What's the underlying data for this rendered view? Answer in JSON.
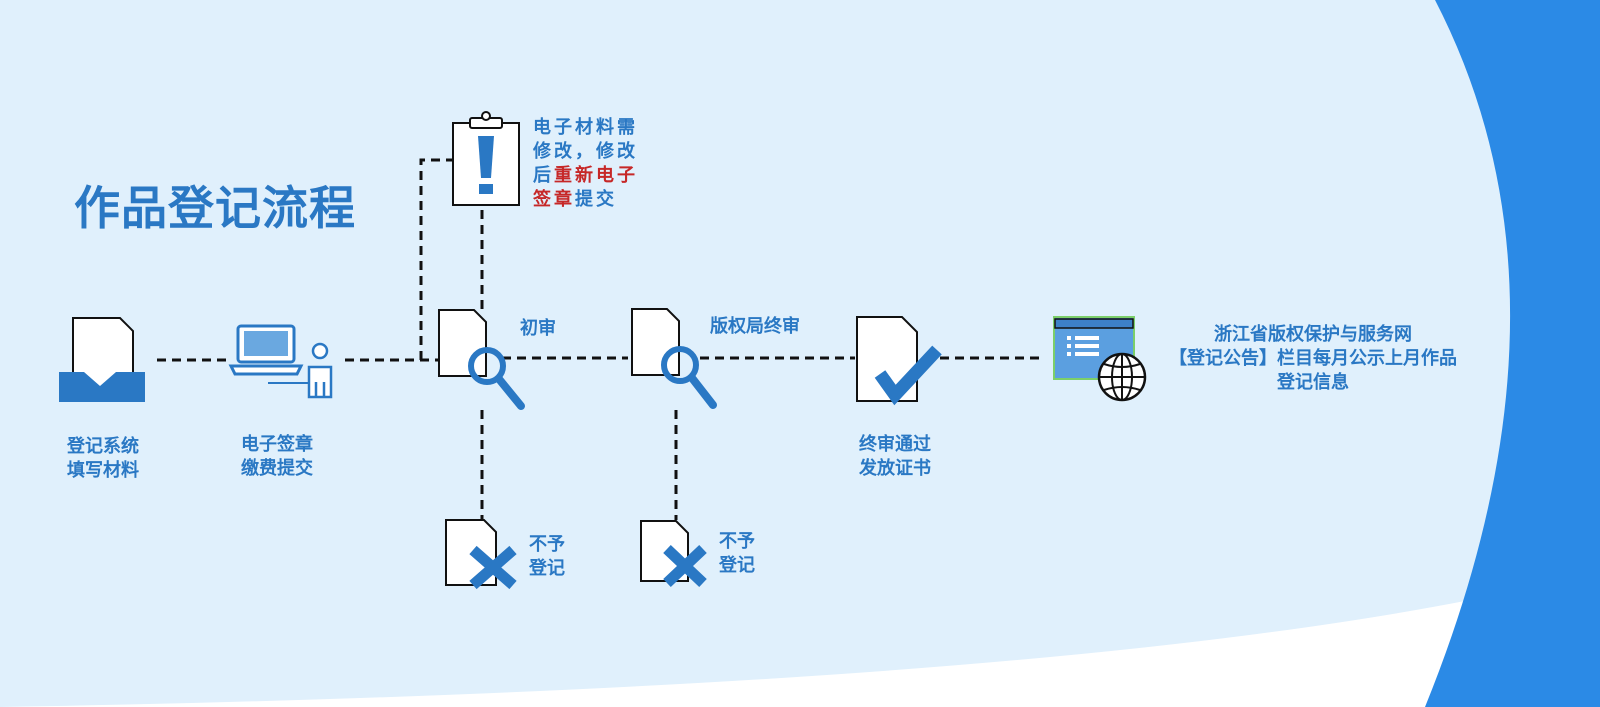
{
  "title": "作品登记流程",
  "colors": {
    "background": "#e0f0fc",
    "accent_blue": "#2a78c4",
    "highlight_red": "#c62828",
    "band_blue": "#2b8ae6"
  },
  "steps": {
    "fill_materials": {
      "line1": "登记系统",
      "line2": "填写材料",
      "icon": "document-inbox-icon"
    },
    "e_sign": {
      "line1": "电子签章",
      "line2": "缴费提交",
      "icon": "laptop-user-icon"
    },
    "first_review": {
      "label": "初审",
      "icon": "document-search-icon"
    },
    "final_review": {
      "label": "版权局终审",
      "icon": "document-search-icon"
    },
    "certificate": {
      "line1": "终审通过",
      "line2": "发放证书",
      "icon": "document-check-icon"
    },
    "publish": {
      "line1": "浙江省版权保护与服务网",
      "line2": "【登记公告】栏目每月公示上月作品",
      "line3": "登记信息",
      "icon": "web-globe-icon"
    }
  },
  "branches": {
    "revision": {
      "line1": "电子材料需",
      "line2": "修改，修改",
      "line3_prefix": "后",
      "line3_red": "重新电子",
      "line4_red": "签章",
      "line4_suffix": "提交",
      "icon": "clipboard-exclamation-icon"
    },
    "reject_first": {
      "line1": "不予",
      "line2": "登记",
      "icon": "document-x-icon"
    },
    "reject_final": {
      "line1": "不予",
      "line2": "登记",
      "icon": "document-x-icon"
    }
  }
}
